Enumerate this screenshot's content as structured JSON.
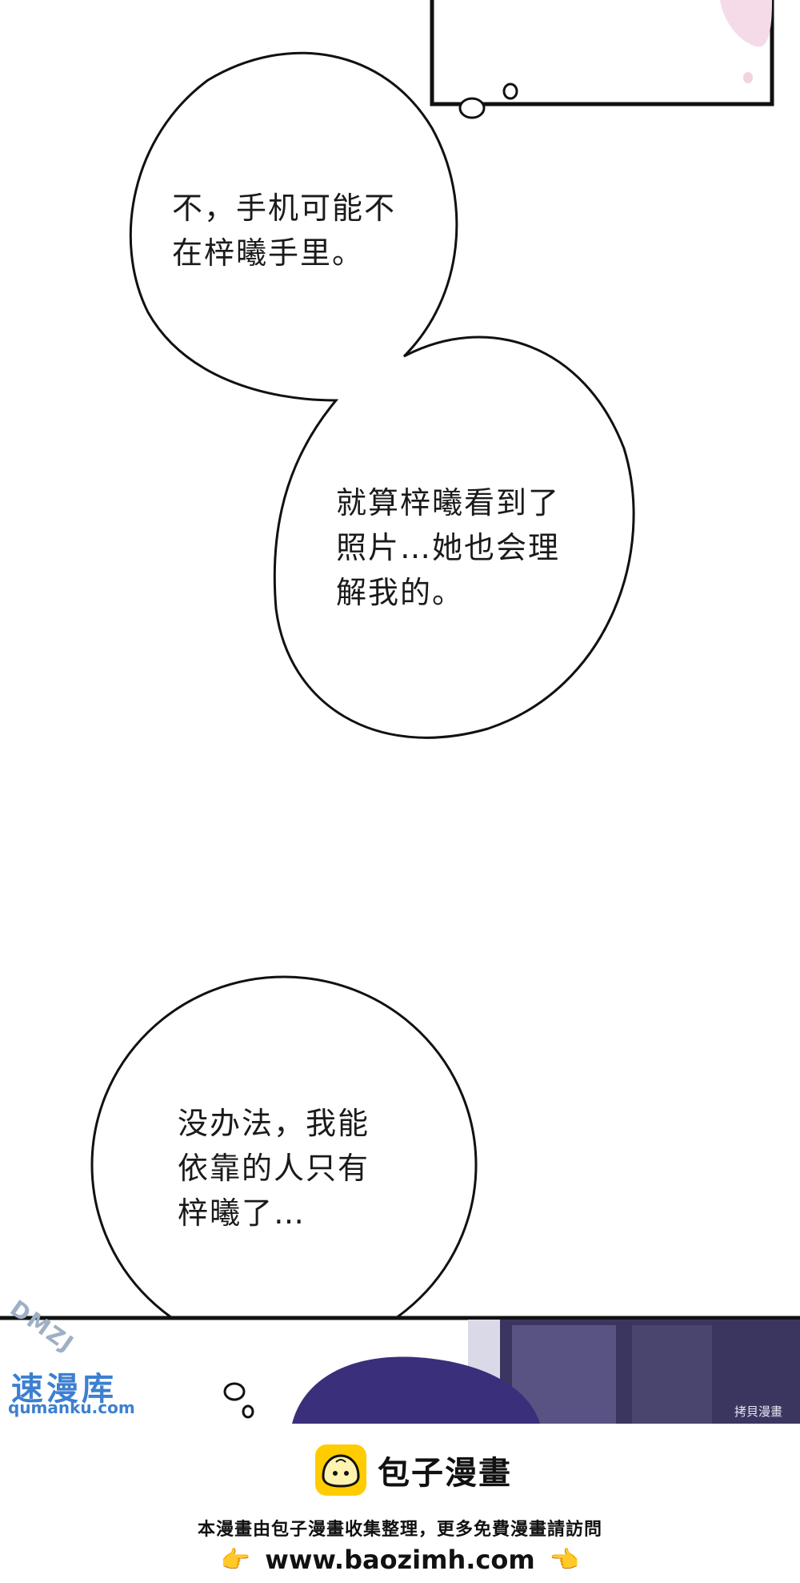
{
  "bubbles": [
    {
      "text": "不，手机可能不\n在梓曦手里。"
    },
    {
      "text": "就算梓曦看到了\n照片…她也会理\n解我的。"
    },
    {
      "text": "没办法，我能\n依靠的人只有\n梓曦了…"
    }
  ],
  "watermarks": {
    "dmz": "DMZJ",
    "site": "速漫库",
    "url": "qumanku.com",
    "copyright": "拷貝漫畫"
  },
  "footer": {
    "brand": "包子漫畫",
    "notice": "本漫畫由包子漫畫收集整理，更多免費漫畫請訪問",
    "url": "www.baozimh.com",
    "hand_left": "👉",
    "hand_right": "👈"
  },
  "colors": {
    "page": "#ffffff",
    "ink": "#111111",
    "brand_yellow": "#ffcc00",
    "watermark_blue": "#3d7fd0",
    "bottom_panel": "#3b3660"
  }
}
